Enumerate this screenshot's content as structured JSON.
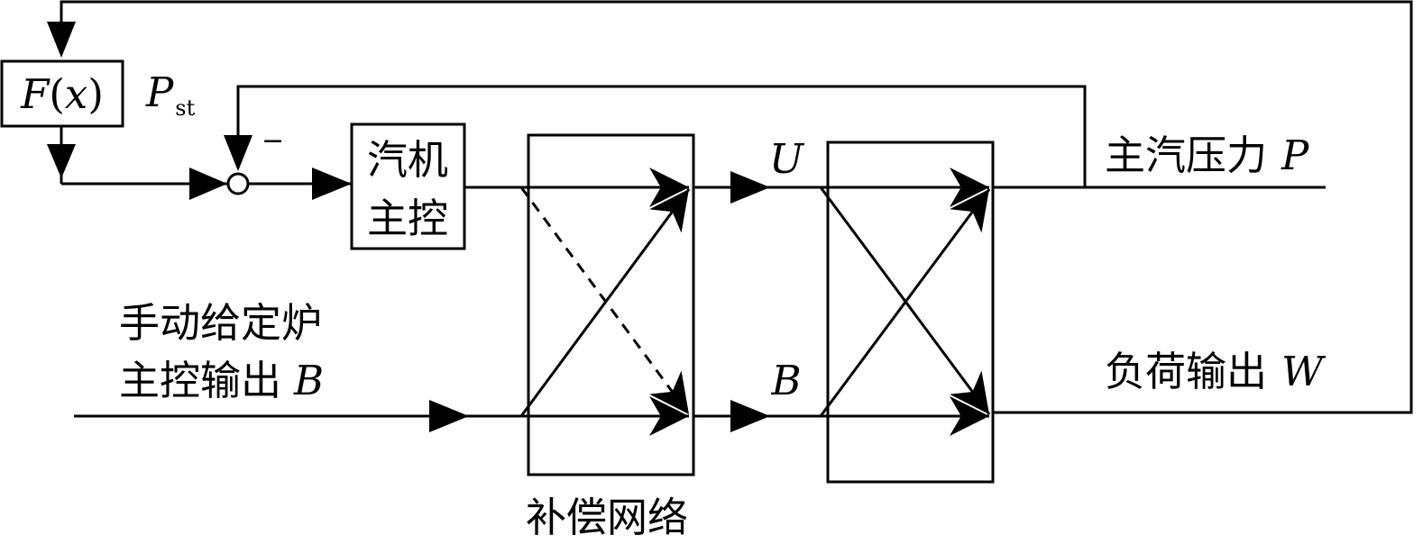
{
  "blocks": {
    "fx": {
      "fname": "F",
      "lparen": "(",
      "arg": "x",
      "rparen": ")"
    },
    "turbine_master": {
      "line1": "汽机",
      "line2": "主控"
    },
    "compensation_network": {
      "caption": "补偿网络"
    }
  },
  "signals": {
    "pst": {
      "symbol": "P",
      "subscript": "st"
    },
    "summing_sign": "−",
    "u": "U",
    "b_mid": "B",
    "main_steam_pressure": {
      "text": "主汽压力",
      "symbol": "P"
    },
    "load_output": {
      "text": "负荷输出",
      "symbol": "W"
    },
    "manual_boiler": {
      "line1": "手动给定炉",
      "line2_text": "主控输出",
      "line2_symbol": "B"
    }
  }
}
